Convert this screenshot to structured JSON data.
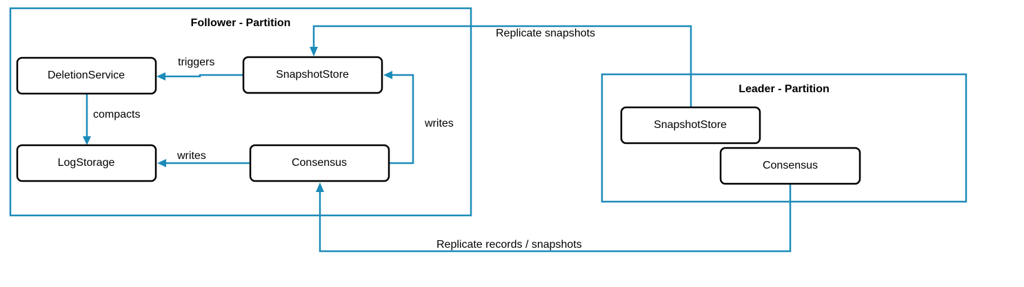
{
  "colors": {
    "partition_border": "#1c8bb9",
    "edge": "#1c8bb9",
    "node_border": "#000000",
    "text": "#000000"
  },
  "follower": {
    "title": "Follower - Partition",
    "nodes": {
      "deletion_service": "DeletionService",
      "snapshot_store": "SnapshotStore",
      "log_storage": "LogStorage",
      "consensus": "Consensus"
    }
  },
  "leader": {
    "title": "Leader - Partition",
    "nodes": {
      "snapshot_store": "SnapshotStore",
      "consensus": "Consensus"
    }
  },
  "edges": {
    "triggers": "triggers",
    "compacts": "compacts",
    "writes_log": "writes",
    "writes_snapshot": "writes",
    "replicate_snapshots": "Replicate snapshots",
    "replicate_records": "Replicate records / snapshots"
  }
}
